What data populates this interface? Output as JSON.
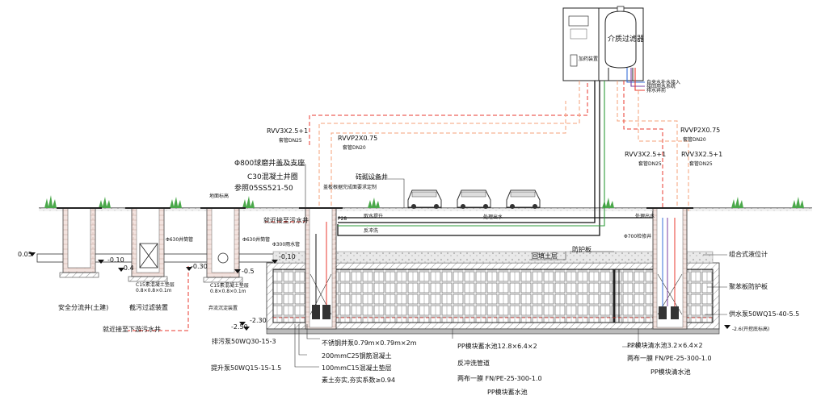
{
  "control_cabinet": {
    "filter_label": "介质过滤器",
    "box_label": "加药装置"
  },
  "pipe_legend": {
    "line1": "自来水补水接入",
    "line2": "接回用水系统",
    "line3": "排水井前"
  },
  "cables": {
    "left_cable": "RVV3X2.5+1",
    "left_conduit": "套管DN25",
    "left_signal": "RVVP2X0.75",
    "left_signal_conduit": "套管DN20",
    "right_signal": "RVVP2X0.75",
    "right_signal_conduit": "套管DN20",
    "right_cable_a": "RVV3X2.5+1",
    "right_cable_a_conduit": "套管DN25",
    "right_cable_b": "RVV3X2.5+1",
    "right_cable_b_conduit": "套管DN25"
  },
  "well_notes": {
    "cover": "Φ800球磨井盖及支座",
    "ring": "C30混凝土井圈",
    "ref": "参照05SS521-50",
    "equipment_well": "砖砌设备井",
    "equipment_note": "盖板根据完成面要求定制"
  },
  "top_labels": {
    "sewer_well": "就近接至污水井",
    "intake": "取水提升",
    "flush": "反冲洗",
    "outflow": "处理出水",
    "outflow_right": "处理出水",
    "ground_rim": "地面标高"
  },
  "pipe_tags": {
    "p630a": "Φ630井筒管",
    "p630b": "Φ630井筒管",
    "p300": "Φ300雨水管",
    "p700": "Φ700检修井",
    "p": "P28"
  },
  "elevations": {
    "e1": "0.05",
    "e2": "-0.10",
    "e3": "-0.4",
    "e4": "-0.30",
    "e5": "-0.5",
    "e6": "-0.10",
    "e7": "-2.30",
    "e8": "-2.50",
    "e9": "-2.6(开挖底标高)"
  },
  "tank_labels": {
    "backfill": "回填土层",
    "protect": "防护板",
    "level_meter": "组合式液位计",
    "pe_board": "聚苯板防护板",
    "supply_pump": "供水泵50WQ15-40-5.5"
  },
  "left_facilities": {
    "safety_well": "安全分流井(土建)",
    "filter_device": "截污过滤装置",
    "sediment_device": "弃流沉淀装置",
    "sewer_down": "就近接至下游污水井",
    "pad1": "C15素混凝土垫层",
    "pad1_size": "0.8×0.8×0.1m",
    "pad2": "C15素混凝土垫层",
    "pad2_size": "0.8×0.8×0.1m"
  },
  "bottom_notes": {
    "drain_pump": "排污泵50WQ30-15-3",
    "lift_pump": "提升泵50WQ15-15-1.5",
    "steel_well": "不锈钢井泵0.79m×0.79m×2m",
    "base_slab": "200mmC25钢筋混凝土",
    "cushion": "100mmC15混凝土垫层",
    "compaction": "素土夯实,夯实系数≥0.94",
    "module_pool": "PP模块蓄水池12.8×6.4×2",
    "flush_pipe": "反冲洗管道",
    "membrane": "两布一膜 FN/PE-25-300-1.0",
    "pool_title": "PP模块蓄水池",
    "clear_pool": "PP模块清水池3.2×6.4×2",
    "clear_membrane": "两布一膜 FN/PE-25-300-1.0",
    "clear_title": "PP模块清水池"
  },
  "colors": {
    "red_dash": "#e8382f",
    "orange_dash": "#f4a07a",
    "green": "#2e9b3a",
    "blue": "#3a6fd8",
    "purple": "#7a3fa0",
    "black": "#111111"
  }
}
